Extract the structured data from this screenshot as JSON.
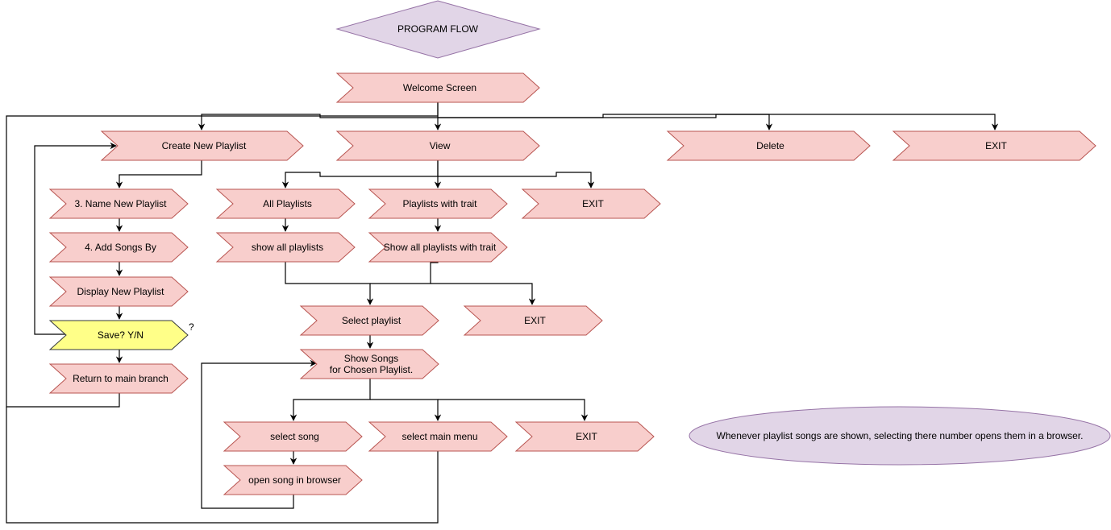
{
  "diagram": {
    "title": "PROGRAM FLOW",
    "colors": {
      "step_fill": "#f8cecc",
      "step_stroke": "#b85450",
      "decision_fill": "#ffff88",
      "decision_stroke": "#36393d",
      "title_fill": "#e1d5e7",
      "title_stroke": "#9673a6",
      "line": "#000000"
    },
    "nodes": {
      "title": {
        "label": "PROGRAM FLOW",
        "shape": "diamond"
      },
      "welcome": {
        "label": "Welcome Screen",
        "shape": "step"
      },
      "create": {
        "label": "Create New Playlist",
        "shape": "step"
      },
      "view": {
        "label": "View",
        "shape": "step"
      },
      "delete": {
        "label": "Delete",
        "shape": "step"
      },
      "exit_main": {
        "label": "EXIT",
        "shape": "step"
      },
      "name_playlist": {
        "label": "3. Name New Playlist",
        "shape": "step"
      },
      "add_songs": {
        "label": "4. Add Songs By",
        "shape": "step"
      },
      "display_playlist": {
        "label": "Display New Playlist",
        "shape": "step"
      },
      "save": {
        "label": "Save? Y/N",
        "shape": "step-decision",
        "annotation": "?"
      },
      "return_main": {
        "label": "Return to main branch",
        "shape": "step"
      },
      "all_playlists": {
        "label": "All Playlists",
        "shape": "step"
      },
      "playlists_trait": {
        "label": "Playlists with trait",
        "shape": "step"
      },
      "exit_view": {
        "label": "EXIT",
        "shape": "step"
      },
      "show_all": {
        "label": "show all playlists",
        "shape": "step"
      },
      "show_trait": {
        "label": "Show all playlists with trait",
        "shape": "step"
      },
      "select_playlist": {
        "label": "Select playlist",
        "shape": "step"
      },
      "exit_select": {
        "label": "EXIT",
        "shape": "step"
      },
      "show_songs_line1": {
        "label": "Show Songs",
        "shape": "step"
      },
      "show_songs_line2": {
        "label": "for Chosen Playlist.",
        "shape": "step"
      },
      "select_song": {
        "label": "select song",
        "shape": "step"
      },
      "select_main_menu": {
        "label": "select main menu",
        "shape": "step"
      },
      "exit_songs": {
        "label": "EXIT",
        "shape": "step"
      },
      "open_browser": {
        "label": "open song in browser",
        "shape": "step"
      }
    },
    "note": {
      "label": "Whenever playlist songs are shown, selecting there number opens them in a browser.",
      "shape": "ellipse"
    },
    "edges": [
      [
        "welcome",
        "create"
      ],
      [
        "welcome",
        "view"
      ],
      [
        "welcome",
        "delete"
      ],
      [
        "welcome",
        "exit_main"
      ],
      [
        "create",
        "name_playlist"
      ],
      [
        "name_playlist",
        "add_songs"
      ],
      [
        "add_songs",
        "display_playlist"
      ],
      [
        "display_playlist",
        "save"
      ],
      [
        "save",
        "create"
      ],
      [
        "save",
        "return_main"
      ],
      [
        "return_main",
        "view"
      ],
      [
        "view",
        "all_playlists"
      ],
      [
        "view",
        "playlists_trait"
      ],
      [
        "view",
        "exit_view"
      ],
      [
        "all_playlists",
        "show_all"
      ],
      [
        "playlists_trait",
        "show_trait"
      ],
      [
        "show_all",
        "select_playlist"
      ],
      [
        "show_trait",
        "select_playlist"
      ],
      [
        "show_trait",
        "exit_select"
      ],
      [
        "select_playlist",
        "show_songs"
      ],
      [
        "show_songs",
        "select_song"
      ],
      [
        "show_songs",
        "select_main_menu"
      ],
      [
        "show_songs",
        "exit_songs"
      ],
      [
        "select_song",
        "open_browser"
      ],
      [
        "open_browser",
        "show_songs"
      ],
      [
        "select_main_menu",
        "view"
      ]
    ]
  }
}
